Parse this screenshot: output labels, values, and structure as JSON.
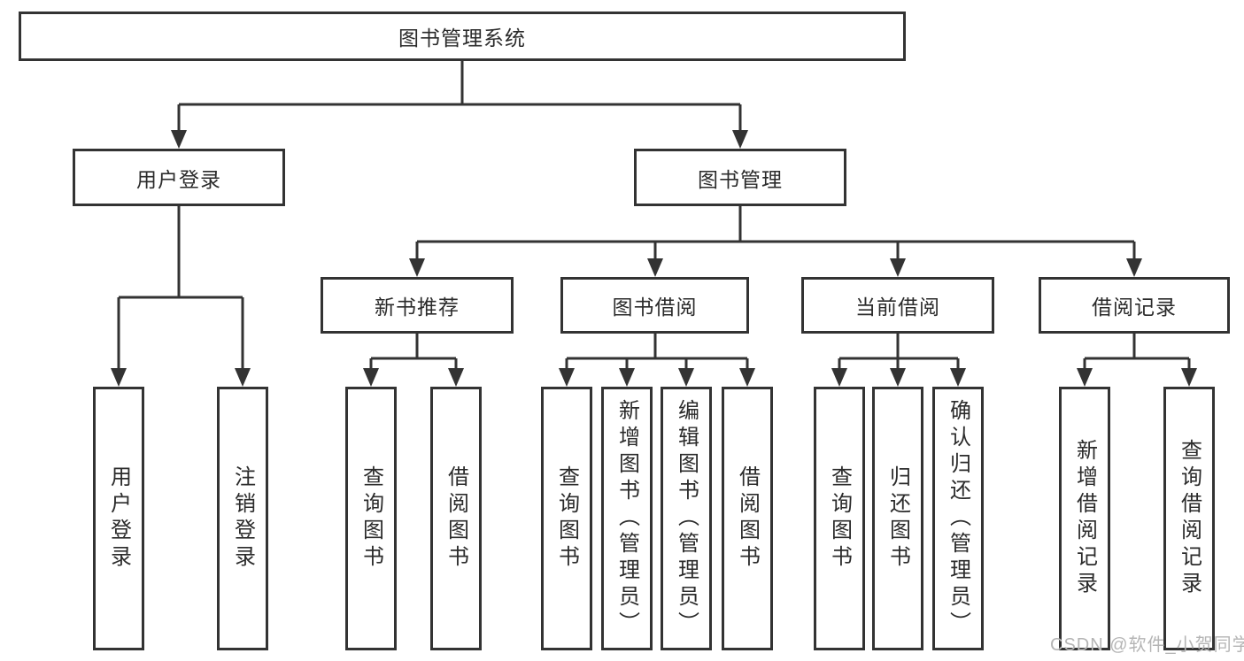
{
  "diagram": {
    "tree": {
      "root": {
        "label": "图书管理系统",
        "children": [
          {
            "label": "用户登录",
            "children": [
              {
                "label": "用户登录"
              },
              {
                "label": "注销登录"
              }
            ]
          },
          {
            "label": "图书管理",
            "children": [
              {
                "label": "新书推荐",
                "children": [
                  {
                    "label": "查询图书"
                  },
                  {
                    "label": "借阅图书"
                  }
                ]
              },
              {
                "label": "图书借阅",
                "children": [
                  {
                    "label": "查询图书"
                  },
                  {
                    "label": "新增图书（管理员）"
                  },
                  {
                    "label": "编辑图书（管理员）"
                  },
                  {
                    "label": "借阅图书"
                  }
                ]
              },
              {
                "label": "当前借阅",
                "children": [
                  {
                    "label": "查询图书"
                  },
                  {
                    "label": "归还图书"
                  },
                  {
                    "label": "确认归还（管理员）"
                  }
                ]
              },
              {
                "label": "借阅记录",
                "children": [
                  {
                    "label": "新增借阅记录"
                  },
                  {
                    "label": "查询借阅记录"
                  }
                ]
              }
            ]
          }
        ]
      }
    },
    "colors": {
      "line": "#333333",
      "box_background": "#ffffff",
      "text": "#2b2b2b",
      "watermark": "#b5b5b5"
    }
  },
  "watermark": {
    "text": "CSDN @软件_小贺同学"
  }
}
